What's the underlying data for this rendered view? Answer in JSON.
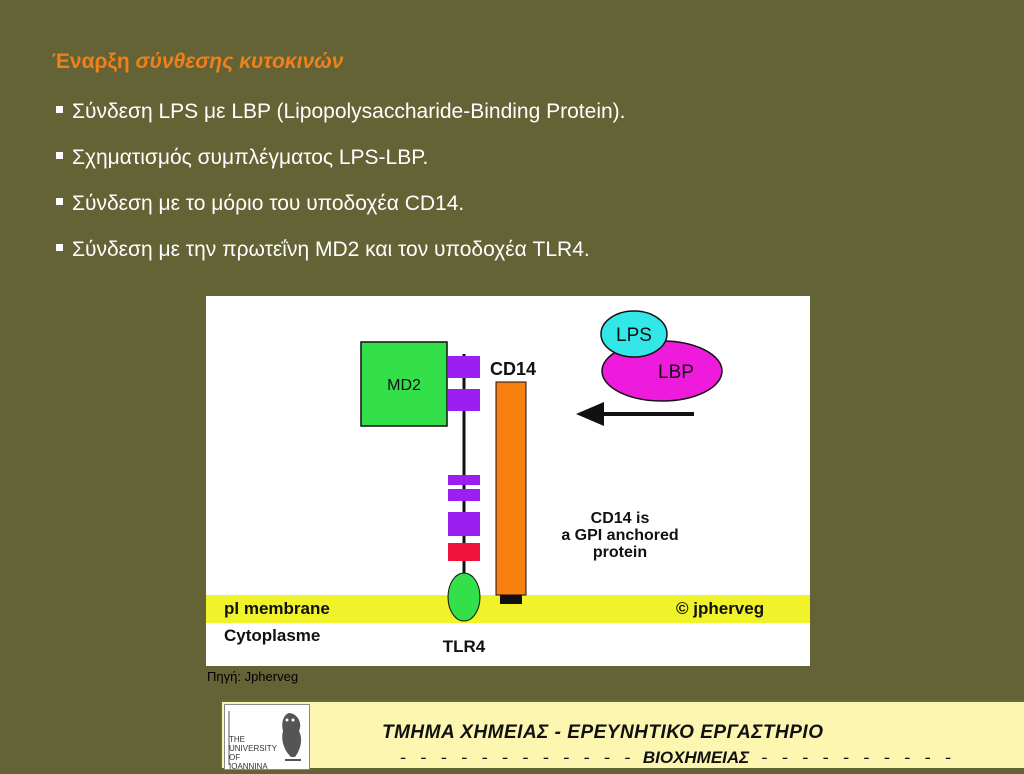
{
  "slide": {
    "title_normal": "Έναρξη ",
    "title_italic": "σύνθεσης κυτοκινών",
    "bullets": [
      "Σύνδεση LPS με LBP (Lipopolysaccharide-Binding Protein).",
      "Σχηματισμός  συμπλέγματος LPS-LBP.",
      "Σύνδεση με το μόριο του υποδοχέα CD14.",
      "Σύνδεση με την πρωτεΐνη MD2 και τον υποδοχέα TLR4."
    ],
    "caption": "Πηγή: Jpherveg"
  },
  "figure": {
    "md2": "MD2",
    "cd14": "CD14",
    "lps": "LPS",
    "lbp": "LBP",
    "note_line1": "CD14 is",
    "note_line2": "a GPI anchored",
    "note_line3": "protein",
    "membrane": "pl membrane",
    "copyright": "© jpherveg",
    "cytoplasme": "Cytoplasme",
    "tlr4": "TLR4",
    "colors": {
      "md2": "#33e04a",
      "domain": "#9b1ff0",
      "red_domain": "#f0143c",
      "tlr4_oval": "#33e04a",
      "cd14_bar": "#f7800f",
      "lps": "#33e6e8",
      "lbp": "#ef1bdc",
      "membrane": "#f0f22a"
    }
  },
  "footer": {
    "logo_line1": "THE",
    "logo_line2": "UNIVERSITY",
    "logo_line3": "OF",
    "logo_line4": "IOANNINA",
    "line1": "ΤΜΗΜΑ ΧΗΜΕΙΑΣ - ΕΡΕΥΝΗΤΙΚΟ ΕΡΓΑΣΤΗΡΙΟ",
    "line2_left": "- - - - - - - - - - - - ",
    "line2_mid": "ΒΙΟΧΗΜΕΙΑΣ",
    "line2_right": " - - - - - - - - - -"
  }
}
